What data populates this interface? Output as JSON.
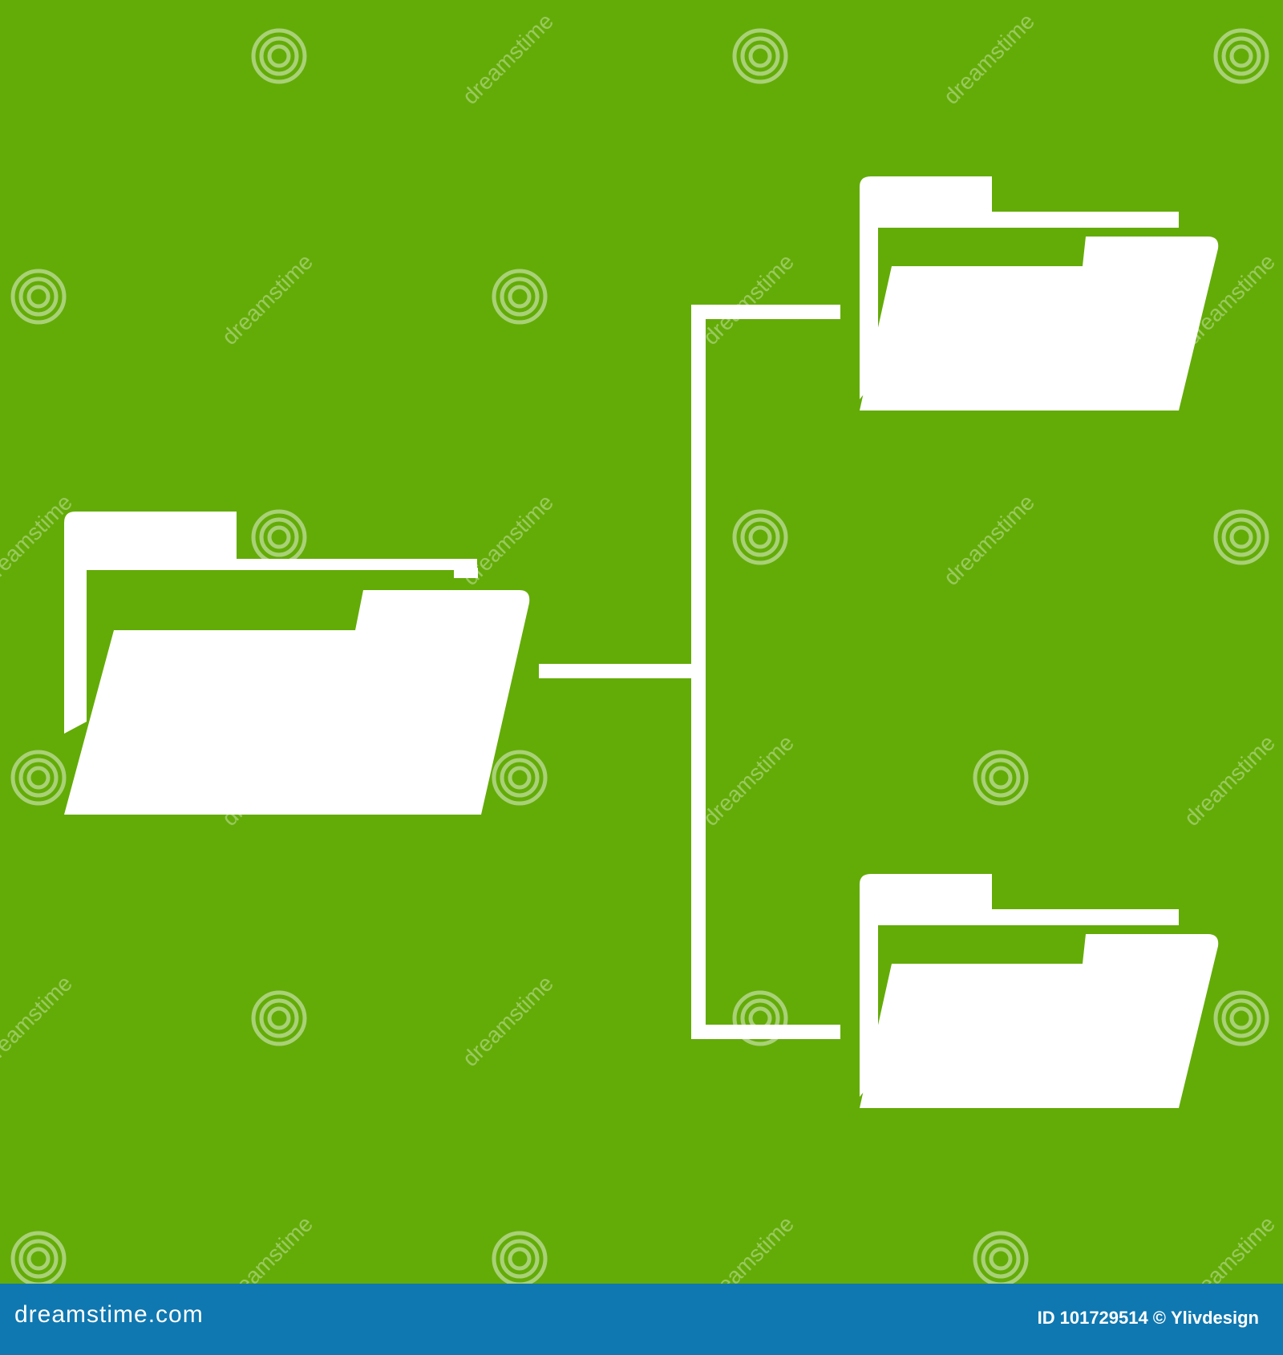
{
  "illustration": {
    "background_color": "#63ac07",
    "foreground_color": "#ffffff",
    "subject": "folder hierarchy icon: one parent folder connected to two child folders",
    "icons": [
      "folder-icon-parent",
      "folder-icon-child-top",
      "folder-icon-child-bottom"
    ]
  },
  "watermark": {
    "text": "dreamstime",
    "color": "#ffffff"
  },
  "footer": {
    "background_color": "#0f78b1",
    "site_text": "dreamstime.com",
    "id_prefix": "ID",
    "id_number": "101729514",
    "copyright_symbol": "©",
    "author": "Ylivdesign"
  }
}
